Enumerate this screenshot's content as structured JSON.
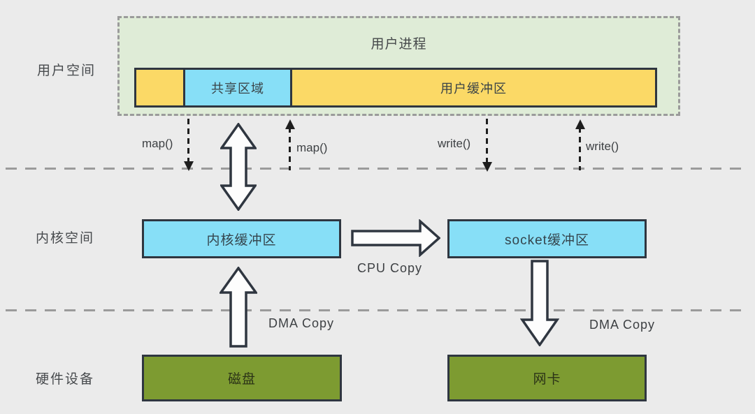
{
  "diagram": {
    "layers": {
      "user_space": "用户空间",
      "kernel_space": "内核空间",
      "hardware": "硬件设备"
    },
    "user_process": {
      "title": "用户进程",
      "shared_label": "共享区域",
      "user_buffer_label": "用户缓冲区"
    },
    "kernel": {
      "kernel_buffer": "内核缓冲区",
      "socket_buffer": "socket缓冲区"
    },
    "hardware_devices": {
      "disk": "磁盘",
      "nic": "网卡"
    },
    "annotations": {
      "map_left": "map()",
      "map_right": "map()",
      "write_left": "write()",
      "write_right": "write()",
      "cpu_copy": "CPU Copy",
      "dma_copy_left": "DMA Copy",
      "dma_copy_right": "DMA Copy"
    },
    "icons": {
      "double_vertical_arrow": "double-arrow-icon",
      "right_arrow": "right-arrow-icon",
      "up_arrow": "up-arrow-icon",
      "down_arrow": "down-arrow-icon"
    },
    "colors": {
      "background": "#ebebeb",
      "process_fill": "#dfecd7",
      "yellow": "#fbd966",
      "blue": "#87dff7",
      "olive_green": "#7d9b31",
      "border_dark": "#2f3640",
      "dash_gray": "#9b9b9b"
    }
  }
}
